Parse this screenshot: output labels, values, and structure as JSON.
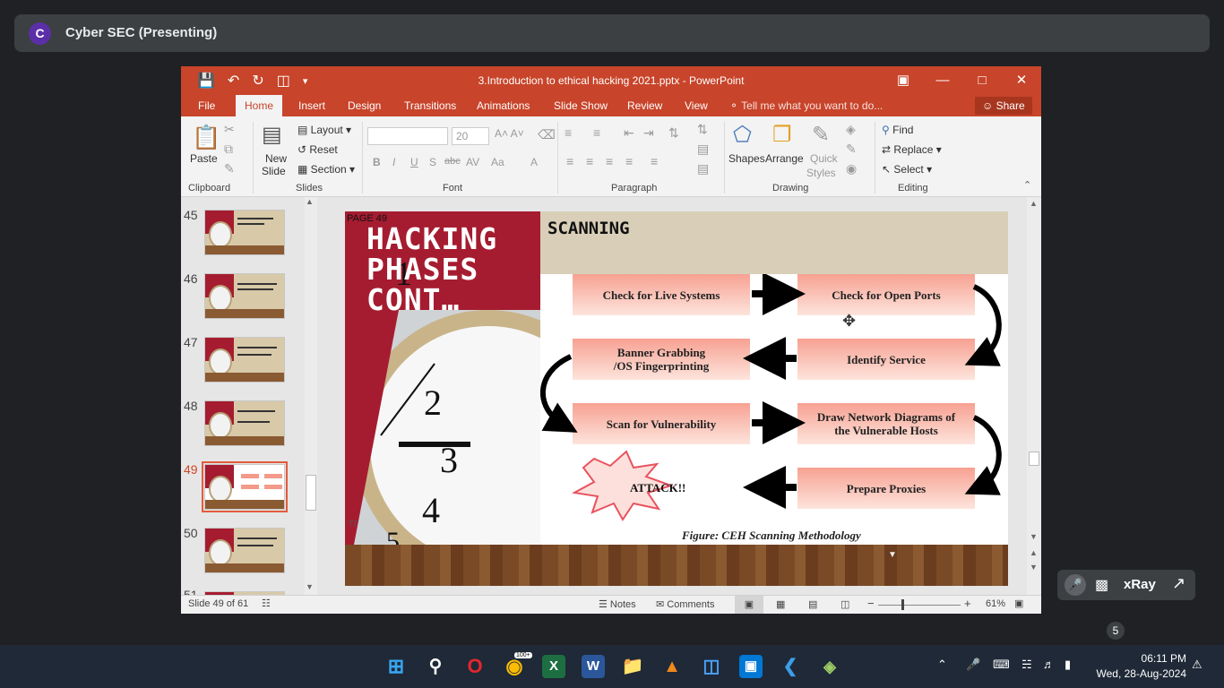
{
  "meet": {
    "avatar_letter": "C",
    "title": "Cyber SEC (Presenting)",
    "participant_badge": "5",
    "xray_label": "xRay"
  },
  "ppt": {
    "window_title": "3.Introduction to ethical hacking 2021.pptx - PowerPoint",
    "tabs": [
      "File",
      "Home",
      "Insert",
      "Design",
      "Transitions",
      "Animations",
      "Slide Show",
      "Review",
      "View"
    ],
    "active_tab": "Home",
    "tell_me": "Tell me what you want to do...",
    "share": "Share",
    "ribbon": {
      "clipboard": {
        "paste": "Paste",
        "label": "Clipboard"
      },
      "slides": {
        "new_slide": "New",
        "new_slide2": "Slide",
        "layout": "Layout",
        "reset": "Reset",
        "section": "Section",
        "label": "Slides"
      },
      "font": {
        "font_size": "20",
        "bold": "B",
        "italic": "I",
        "underline": "U",
        "shadow": "S",
        "strike": "abc",
        "spacing": "AV",
        "case": "Aa",
        "color": "A",
        "label": "Font"
      },
      "paragraph": {
        "label": "Paragraph"
      },
      "drawing": {
        "shapes": "Shapes",
        "arrange": "Arrange",
        "quick": "Quick",
        "styles": "Styles",
        "label": "Drawing"
      },
      "editing": {
        "find": "Find",
        "replace": "Replace",
        "select": "Select",
        "label": "Editing"
      }
    },
    "thumbnails": [
      {
        "num": "45"
      },
      {
        "num": "46"
      },
      {
        "num": "47"
      },
      {
        "num": "48"
      },
      {
        "num": "49"
      },
      {
        "num": "50"
      },
      {
        "num": "51"
      }
    ],
    "selected_slide": "49",
    "slide": {
      "page_label": "PAGE 49",
      "heading_line1": "HACKING",
      "heading_line2": "PHASES",
      "heading_line3": "CONT…",
      "section": "SCANNING",
      "clock_numbers": [
        "1",
        "2",
        "3",
        "4",
        "5"
      ],
      "boxes": {
        "live": "Check for Live Systems",
        "ports": "Check for Open Ports",
        "banner1": "Banner Grabbing",
        "banner2": "/OS Fingerprinting",
        "identify": "Identify Service",
        "vuln": "Scan for Vulnerability",
        "draw1": "Draw Network Diagrams of",
        "draw2": "the Vulnerable Hosts",
        "proxies": "Prepare Proxies",
        "attack": "ATTACK!!"
      },
      "caption": "Figure: CEH Scanning Methodology",
      "corner_text": "TZ"
    },
    "status": {
      "slide_of": "Slide 49 of 61",
      "notes": "Notes",
      "comments": "Comments",
      "zoom": "61%"
    }
  },
  "taskbar": {
    "time": "06:11 PM",
    "date": "Wed, 28-Aug-2024",
    "chrome_badge": "100+"
  }
}
